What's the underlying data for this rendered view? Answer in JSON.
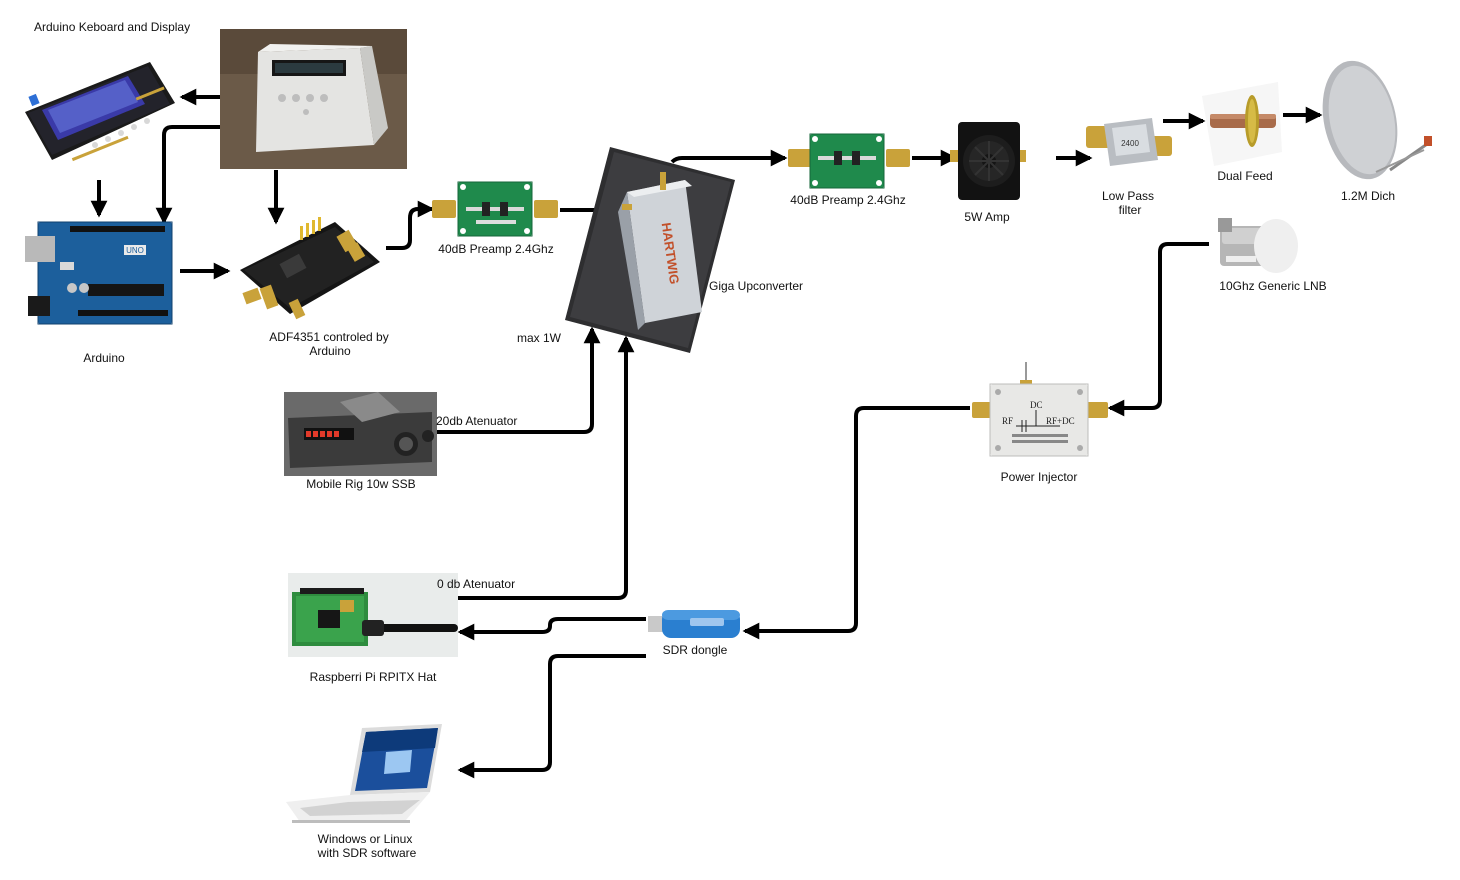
{
  "colors": {
    "arrow": "#000000",
    "pcb_green": "#1f8a4c",
    "arduino_blue": "#1c5f9c",
    "lcd_blue": "#3a3aa8",
    "brass": "#c9a23a",
    "copper": "#a86b4a",
    "module_black": "#151515",
    "lnb_gray": "#c9c9c9",
    "sdr_blue": "#2a7fd0"
  },
  "nodes": {
    "keyboard_display": {
      "label": "Arduino Keboard and Display",
      "icon": "lcd-keypad-shield-icon"
    },
    "enclosure": {
      "icon": "enclosure-box-photo-icon"
    },
    "arduino": {
      "label": "Arduino",
      "icon": "arduino-uno-icon"
    },
    "adf4351": {
      "label_line1": "ADF4351 controled by",
      "label_line2": "Arduino",
      "icon": "adf4351-board-icon"
    },
    "preamp1": {
      "label": "40dB Preamp 2.4Ghz",
      "icon": "preamp-board-icon"
    },
    "upconverter": {
      "label": "Giga Upconverter",
      "icon": "upconverter-module-icon",
      "brand": "HARTWIG"
    },
    "max_power": {
      "label": "max 1W"
    },
    "preamp2": {
      "label": "40dB Preamp 2.4Ghz",
      "icon": "preamp-board-icon"
    },
    "amp": {
      "label": "5W Amp",
      "icon": "heatsink-amp-icon"
    },
    "lpf": {
      "label_line1": "Low Pass",
      "label_line2": "filter",
      "icon": "low-pass-filter-icon",
      "marking": "2400"
    },
    "dual_feed": {
      "label": "Dual Feed",
      "icon": "dual-feed-icon"
    },
    "dish": {
      "label": "1.2M Dich",
      "icon": "satellite-dish-icon"
    },
    "lnb": {
      "label": "10Ghz Generic LNB",
      "icon": "lnb-icon"
    },
    "injector": {
      "label": "Power Injector",
      "icon": "bias-tee-icon",
      "rf_label": "RF",
      "dc_label": "DC",
      "rfdc_label": "RF+DC"
    },
    "rig": {
      "label": "Mobile Rig 10w SSB",
      "icon": "mobile-rig-icon",
      "attenuator": "20db Atenuator"
    },
    "rpi": {
      "label": "Raspberri Pi RPITX Hat",
      "icon": "rpi-hat-icon",
      "attenuator": "0 db Atenuator"
    },
    "sdr": {
      "label": "SDR dongle",
      "icon": "sdr-dongle-icon"
    },
    "laptop": {
      "label_line1": "Windows or Linux",
      "label_line2": "with SDR software",
      "icon": "laptop-icon"
    }
  }
}
